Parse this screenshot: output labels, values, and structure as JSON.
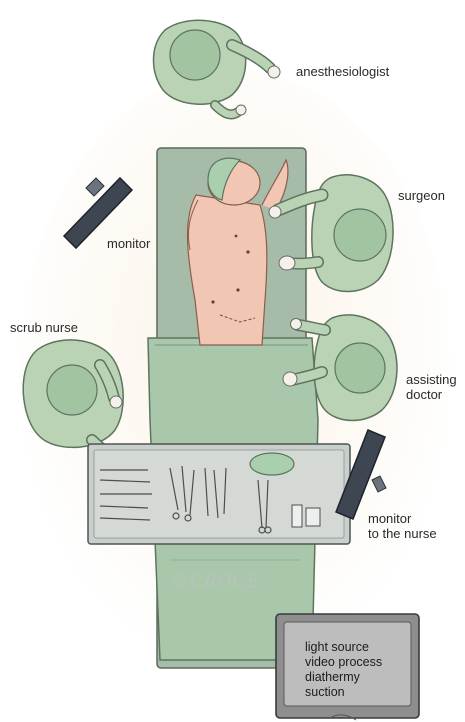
{
  "labels": {
    "anesthesiologist": "anesthesiologist",
    "surgeon": "surgeon",
    "monitor": "monitor",
    "scrub_nurse": "scrub nurse",
    "assisting_doctor_line1": "assisting",
    "assisting_doctor_line2": "doctor",
    "monitor_nurse_line1": "monitor",
    "monitor_nurse_line2": "to the nurse"
  },
  "equipment_tower": {
    "lines": [
      "light source",
      "video process",
      "diathermy",
      "suction"
    ]
  },
  "signature": "©CROCE",
  "colors": {
    "gown": "#b9d3b4",
    "gown_dark": "#8fae8c",
    "table": "#9fb8a4",
    "sheet": "#a9c7aa",
    "skin": "#f0c4b0",
    "monitor": "#3e4652",
    "tray": "#c9cfcc",
    "tower": "#8e8e8e"
  }
}
